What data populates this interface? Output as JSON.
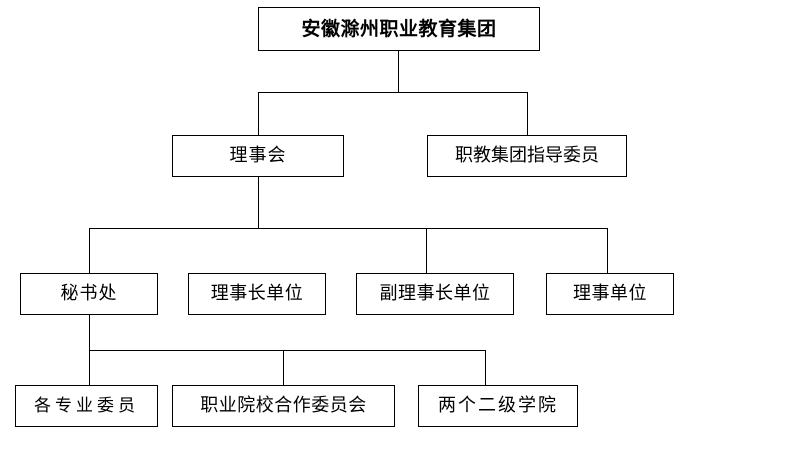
{
  "diagram": {
    "type": "organization-chart",
    "title_node": "安徽滁州职业教育集团",
    "background_color": "#ffffff",
    "line_color": "#000000",
    "text_color": "#000000",
    "levels": 4,
    "nodes": {
      "root": "安徽滁州职业教育集团",
      "council": "理事会",
      "guidance_committee": "职教集团指导委员",
      "secretariat": "秘书处",
      "chair_unit": "理事长单位",
      "vice_chair_unit": "副理事长单位",
      "member_unit": "理事单位",
      "specialty_committees": "各专业委员",
      "school_enterprise_cooperation_committee": "职业院校合作委员会",
      "two_secondary_colleges": "两个二级学院"
    }
  }
}
